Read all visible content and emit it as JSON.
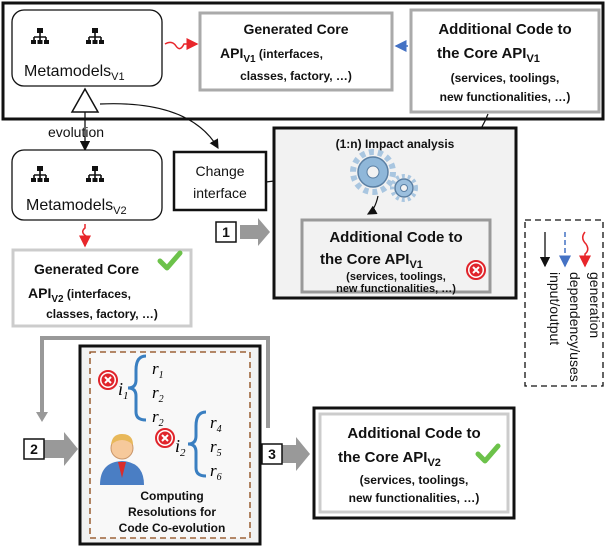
{
  "top_section": {
    "metamodels_v1": {
      "label": "Metamodels",
      "sub": "V1"
    },
    "generated_core_v1": {
      "line1": "Generated Core",
      "line2_main": "API",
      "line2_sub": "V1",
      "line2_rest": " (interfaces,",
      "line3": "classes, factory, …)"
    },
    "additional_code_v1": {
      "line1": "Additional  Code to",
      "line2_main": "the Core API",
      "line2_sub": "V1",
      "line3": "(services, toolings,",
      "line4": "new functionalities, …)"
    }
  },
  "evolution_label": "evolution",
  "metamodels_v2": {
    "label": "Metamodels",
    "sub": "V2"
  },
  "change_interface": {
    "line1": "Change",
    "line2": "interface"
  },
  "impact_analysis": {
    "title": "(1:n) Impact analysis",
    "inner": {
      "line1": "Additional  Code to",
      "line2_main": "the Core API",
      "line2_sub": "V1",
      "line3": "(services, toolings,",
      "line4": "new functionalities, …)"
    }
  },
  "generated_core_v2": {
    "line1": "Generated Core",
    "line2_main": "API",
    "line2_sub": "V2",
    "line2_rest": " (interfaces,",
    "line3": "classes, factory, …)"
  },
  "steps": {
    "one": "1",
    "two": "2",
    "three": "3"
  },
  "resolutions": {
    "caption_line1": "Computing",
    "caption_line2": "Resolutions for",
    "caption_line3": "Code Co-evolution",
    "i1": {
      "main": "i",
      "sub": "1"
    },
    "i2": {
      "main": "i",
      "sub": "2"
    },
    "r_main": "r",
    "r_subs": [
      "1",
      "2",
      "2",
      "4",
      "5",
      "6"
    ]
  },
  "additional_code_v2": {
    "line1": "Additional  Code to",
    "line2_main": "the Core API",
    "line2_sub": "V2",
    "line3": "(services, toolings,",
    "line4": "new functionalities, …)"
  },
  "legend": {
    "generation": "generation",
    "dependency": "dependency/uses",
    "io": "input/output"
  },
  "colors": {
    "generation": "#e8262b",
    "dependency": "#4472c4",
    "check": "#6cc24a",
    "error": "#e0242b"
  }
}
